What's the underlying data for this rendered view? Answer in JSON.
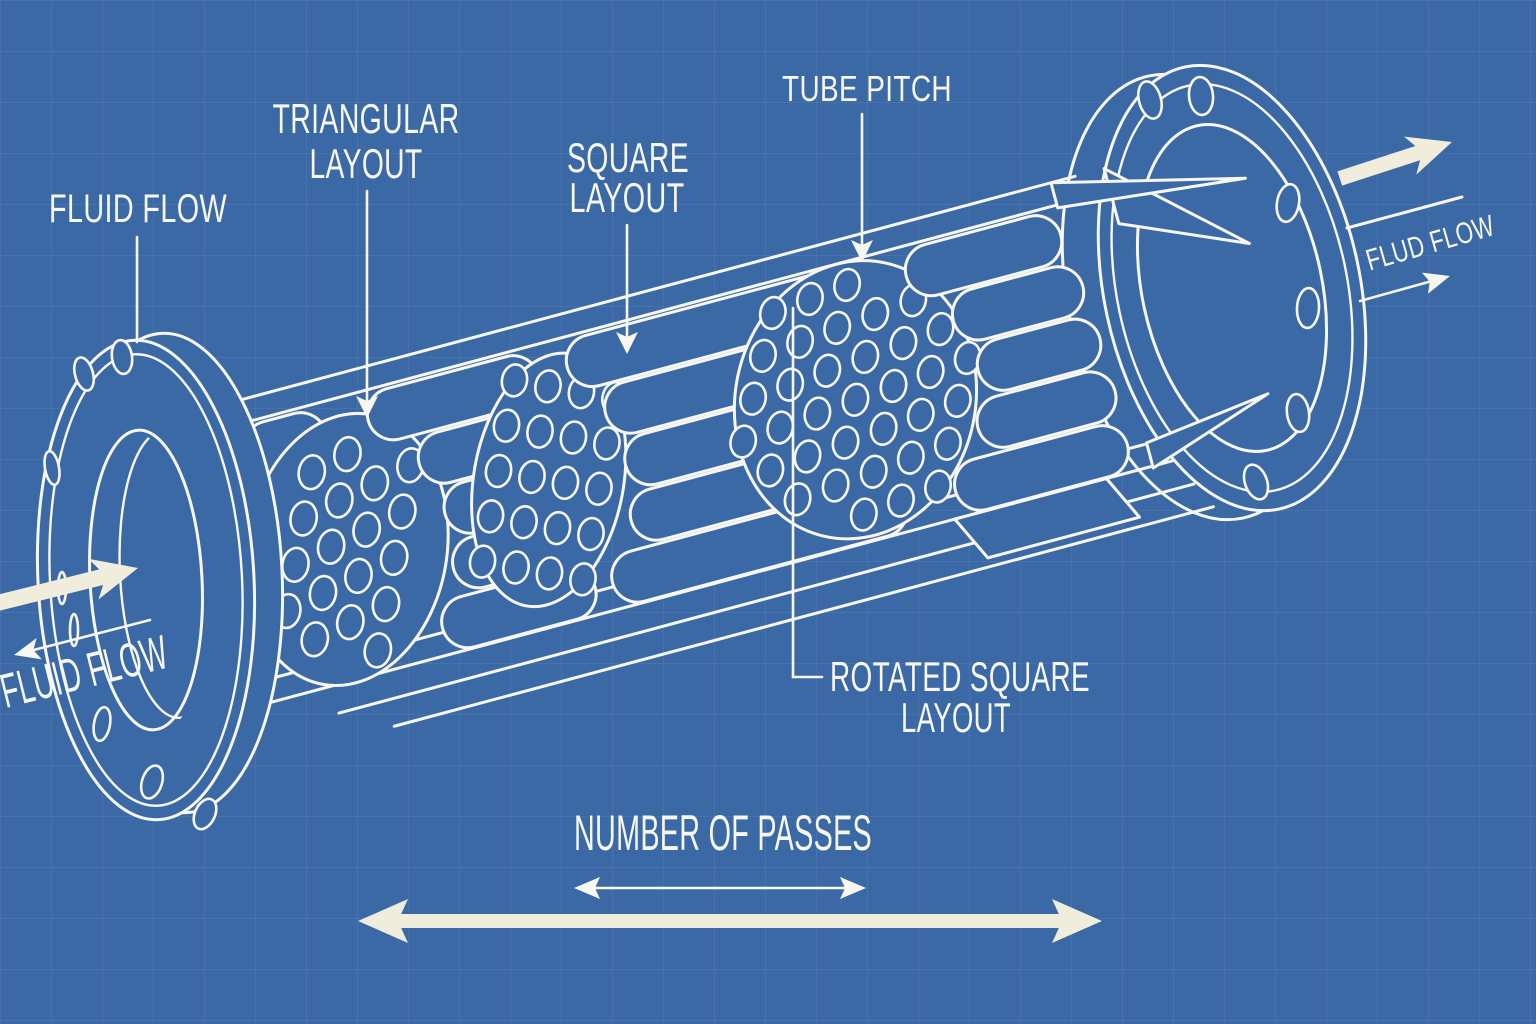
{
  "diagram": {
    "type": "blueprint",
    "subject": "shell-and-tube heat exchanger cutaway"
  },
  "colors": {
    "background": "#3B69A6",
    "grid": "#4F78AF",
    "line": "#F7F6EF",
    "arrow": "#F1EDDD",
    "text": "#F7F6EF"
  },
  "labels": {
    "fluid_flow_top_left": "FLUID FLOW",
    "triangular_layout_line1": "TRIANGULAR",
    "triangular_layout_line2": "LAYOUT",
    "square_layout_line1": "SQUARE",
    "square_layout_line2": "LAYOUT",
    "tube_pitch": "TUBE PITCH",
    "flud_flow_right": "FLUD FLOW",
    "fluid_flow_bottom_left": "FLUID FLOW",
    "rotated_square_line1": "ROTATED SQUARE",
    "rotated_square_line2": "LAYOUT",
    "number_of_passes": "NUMBER OF PASSES"
  }
}
